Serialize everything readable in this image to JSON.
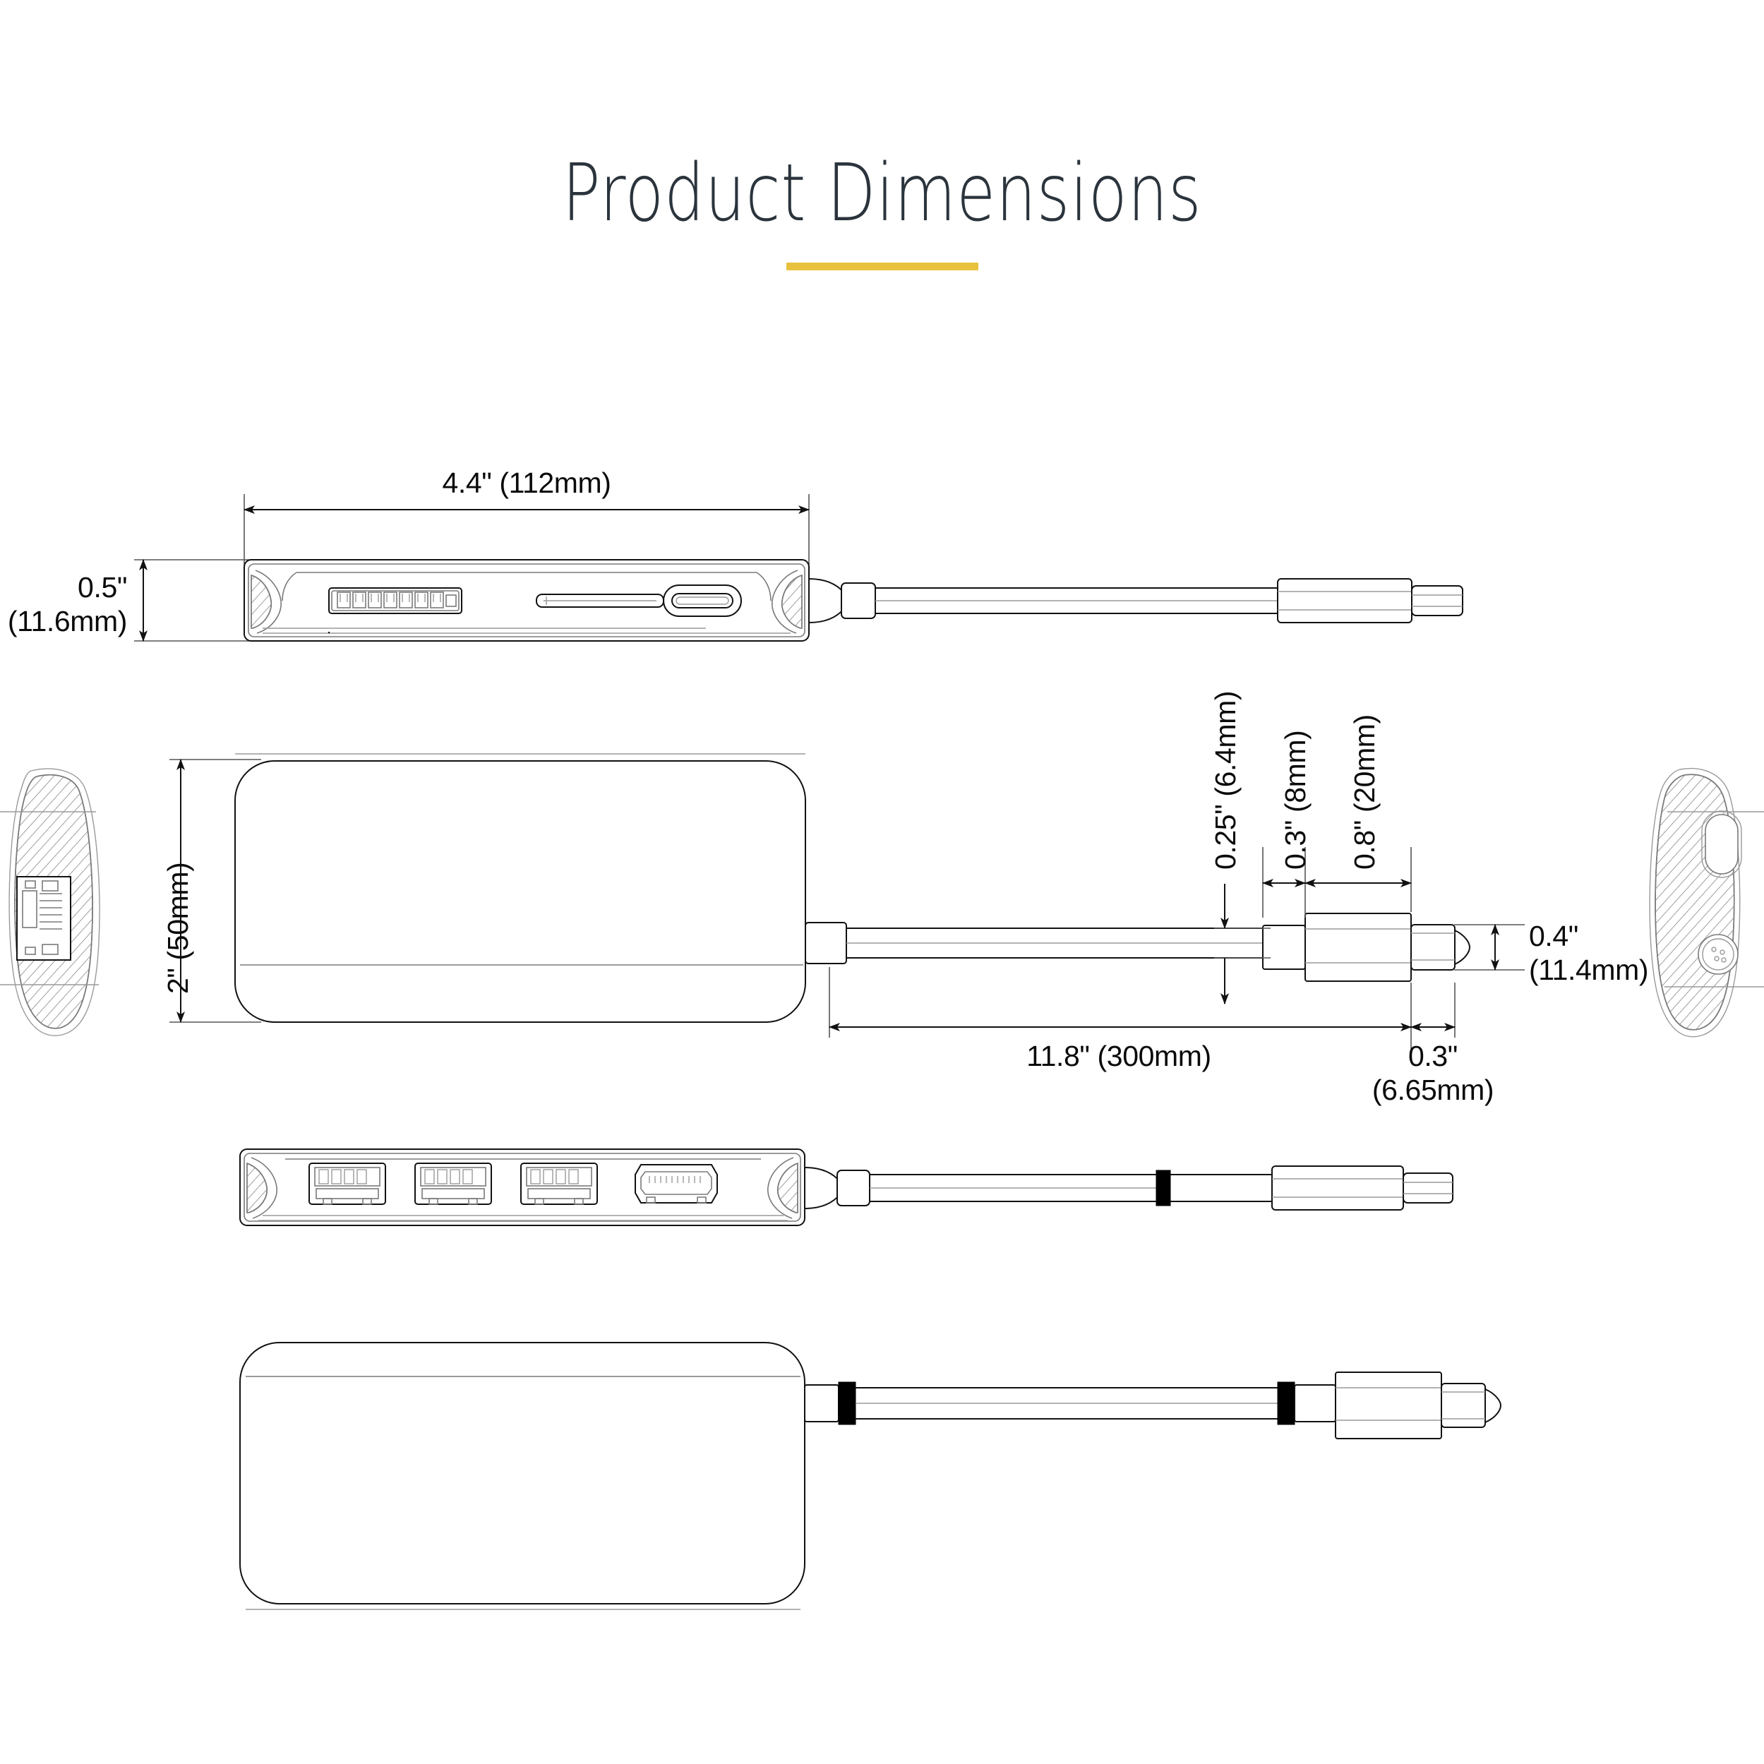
{
  "page": {
    "title": "Product Dimensions",
    "background_color": "#ffffff",
    "title_color": "#2b343c",
    "accent_color": "#e8c23f",
    "line_color": "#111111"
  },
  "dimensions": {
    "body_width": {
      "label": "4.4\" (112mm)",
      "imperial": "4.4\"",
      "metric": "112mm",
      "orientation": "horizontal"
    },
    "body_height_side": {
      "line1": "0.5\"",
      "line2": "(11.6mm)",
      "imperial": "0.5\"",
      "metric": "11.6mm",
      "orientation": "vertical"
    },
    "body_depth": {
      "label": "2\" (50mm)",
      "imperial": "2\"",
      "metric": "50mm",
      "orientation": "vertical-rotated"
    },
    "cable_diameter": {
      "label": "0.25\" (6.4mm)",
      "imperial": "0.25\"",
      "metric": "6.4mm",
      "orientation": "vertical-rotated"
    },
    "connector_neck": {
      "label": "0.3\" (8mm)",
      "imperial": "0.3\"",
      "metric": "8mm",
      "orientation": "vertical-rotated"
    },
    "connector_body": {
      "label": "0.8\" (20mm)",
      "imperial": "0.8\"",
      "metric": "20mm",
      "orientation": "vertical-rotated"
    },
    "connector_height": {
      "line1": "0.4\"",
      "line2": "(11.4mm)",
      "imperial": "0.4\"",
      "metric": "11.4mm",
      "orientation": "vertical"
    },
    "cable_length": {
      "label": "11.8\" (300mm)",
      "imperial": "11.8\"",
      "metric": "300mm",
      "orientation": "horizontal"
    },
    "connector_tip": {
      "line1": "0.3\"",
      "line2": "(6.65mm)",
      "imperial": "0.3\"",
      "metric": "6.65mm",
      "orientation": "horizontal"
    }
  },
  "views": [
    {
      "id": "view-front-edge",
      "name": "Front edge view",
      "ports": [
        "rj45-ethernet-port",
        "card-slot",
        "usb-c-port"
      ]
    },
    {
      "id": "view-top",
      "name": "Top plan view",
      "ports": [
        "usb-c-cable",
        "usb-c-connector"
      ]
    },
    {
      "id": "view-rear-edge",
      "name": "Rear edge view",
      "ports": [
        "usb-a-port",
        "usb-a-port",
        "usb-a-port",
        "hdmi-port"
      ]
    },
    {
      "id": "view-bottom",
      "name": "Bottom plan view",
      "ports": [
        "usb-c-cable",
        "usb-c-connector"
      ]
    },
    {
      "id": "view-left-side",
      "name": "Left side section view",
      "ports": [
        "rj45-ethernet-port"
      ]
    },
    {
      "id": "view-right-side",
      "name": "Right side section view",
      "ports": [
        "oval-slot",
        "circular-port"
      ]
    }
  ]
}
